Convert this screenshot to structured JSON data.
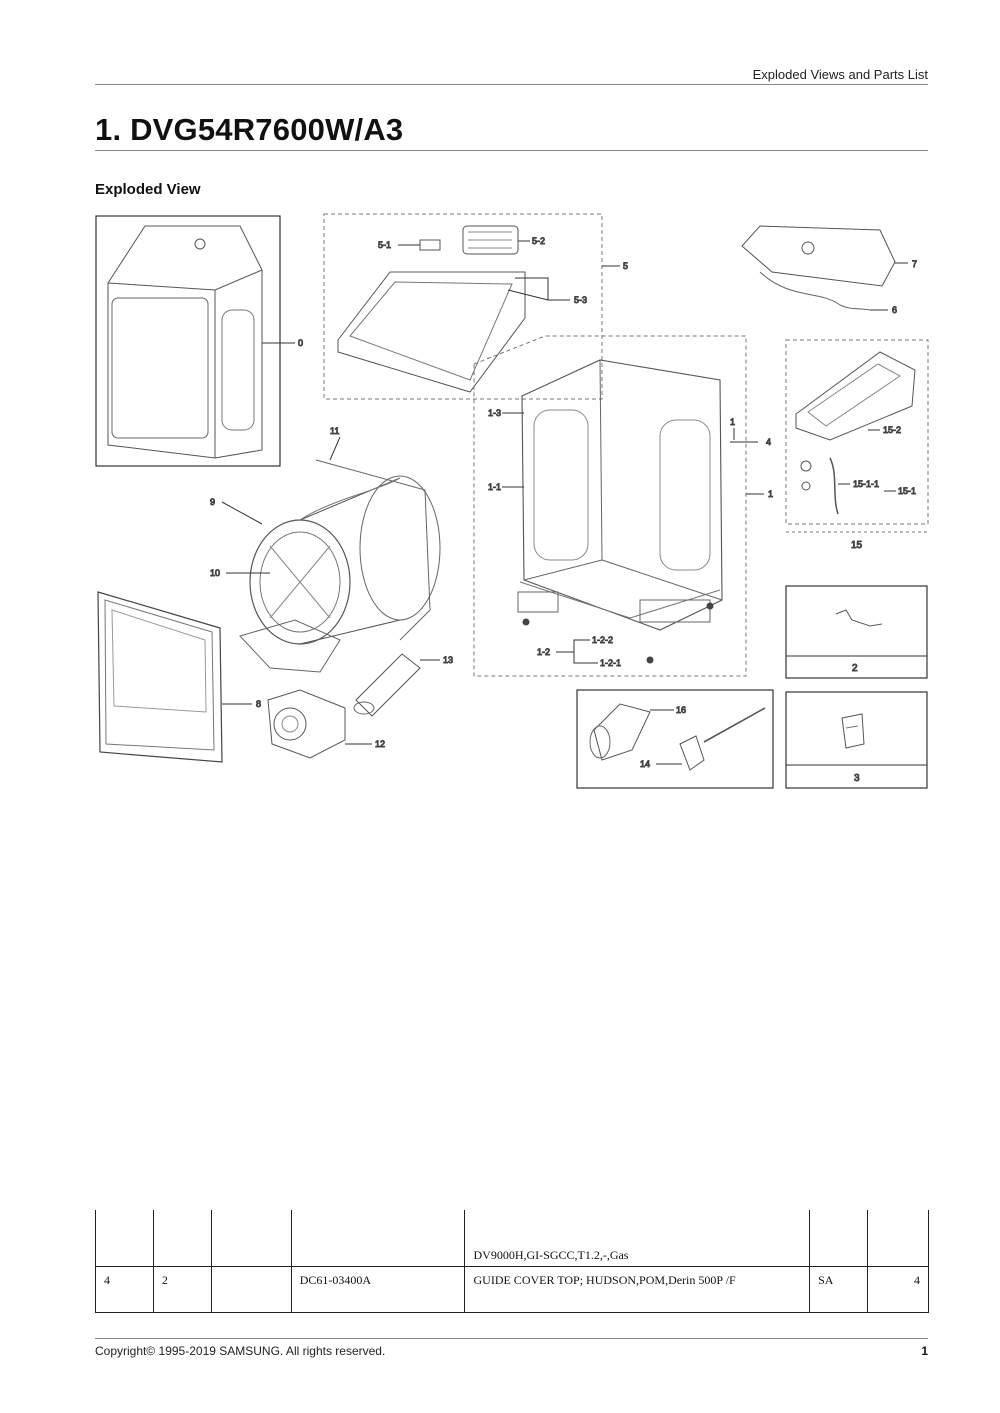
{
  "header": {
    "running_title": "Exploded Views and Parts List",
    "page_title": "1.  DVG54R7600W/A3",
    "section_title": "Exploded View"
  },
  "diagram": {
    "labels": {
      "p0": "0",
      "p1": "1",
      "p1_1": "1-1",
      "p1_2": "1-2",
      "p1_2_1": "1-2-1",
      "p1_2_2": "1-2-2",
      "p1_3": "1-3",
      "p2": "2",
      "p3": "3",
      "p4": "4",
      "p5": "5",
      "p5_1": "5-1",
      "p5_2": "5-2",
      "p5_3": "5-3",
      "p6": "6",
      "p7": "7",
      "p8": "8",
      "p9": "9",
      "p10": "10",
      "p11": "11",
      "p12": "12",
      "p13": "13",
      "p14": "14",
      "p15": "15",
      "p15_1": "15-1",
      "p15_1_1": "15-1-1",
      "p15_2": "15-2",
      "p16": "16"
    }
  },
  "table": {
    "rows": [
      [
        "",
        "",
        "",
        "",
        "DV9000H,GI-SGCC,T1.2,-,Gas",
        "",
        ""
      ],
      [
        "4",
        "2",
        "",
        "DC61-03400A",
        "GUIDE COVER TOP; HUDSON,POM,Derin 500P /F",
        "SA",
        "4"
      ]
    ]
  },
  "footer": {
    "copyright": "Copyright© 1995-2019 SAMSUNG. All rights reserved.",
    "page_number": "1"
  }
}
